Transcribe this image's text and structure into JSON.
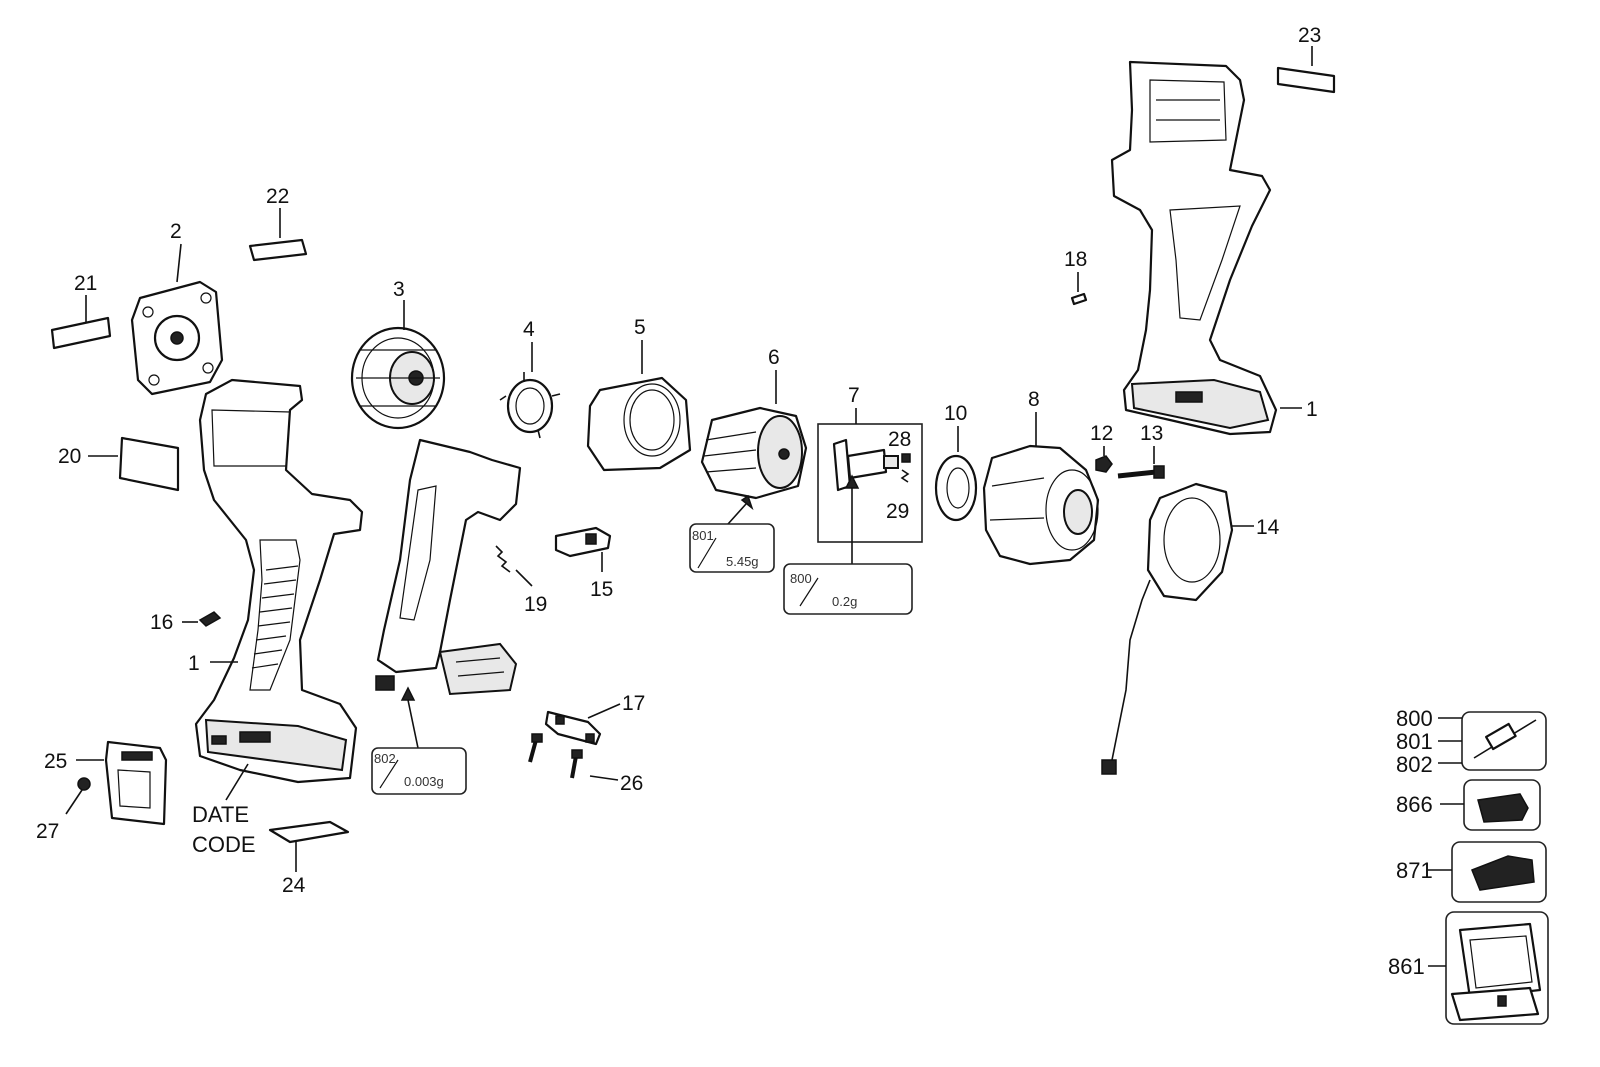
{
  "callouts": {
    "p1a": "1",
    "p1b": "1",
    "p2": "2",
    "p3": "3",
    "p4": "4",
    "p5": "5",
    "p6": "6",
    "p7": "7",
    "p8": "8",
    "p10": "10",
    "p12": "12",
    "p13": "13",
    "p14": "14",
    "p15": "15",
    "p16": "16",
    "p17": "17",
    "p18": "18",
    "p19": "19",
    "p20": "20",
    "p21": "21",
    "p22": "22",
    "p23": "23",
    "p24": "24",
    "p25": "25",
    "p26": "26",
    "p27": "27",
    "p28": "28",
    "p29": "29"
  },
  "date_code": {
    "line1": "DATE",
    "line2": "CODE"
  },
  "grease_boxes": {
    "g801": {
      "code": "801",
      "amount": "5.45g"
    },
    "g800": {
      "code": "800",
      "amount": "0.2g"
    },
    "g802": {
      "code": "802",
      "amount": "0.003g"
    }
  },
  "accessories": {
    "a800": "800",
    "a801": "801",
    "a802": "802",
    "a866": "866",
    "a871": "871",
    "a861": "861"
  }
}
